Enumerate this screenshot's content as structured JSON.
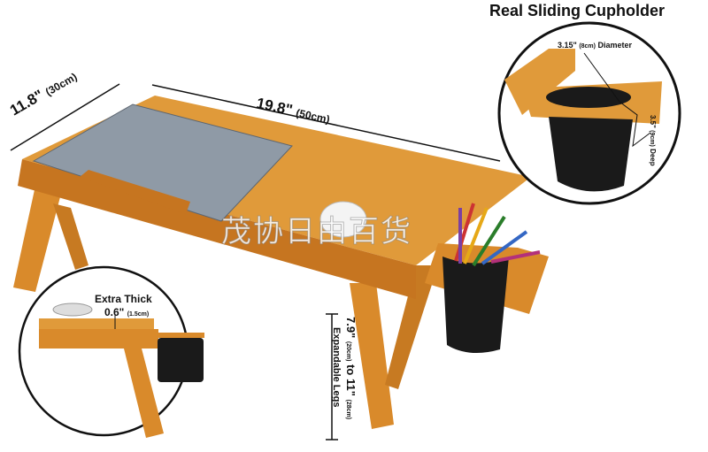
{
  "colors": {
    "wood": "#d98a2b",
    "wood_dark": "#b8681a",
    "laptop": "#8f9aa6",
    "mesh": "#1a1a1a"
  },
  "dimensions": {
    "depth": {
      "value": "11.8\"",
      "metric": "(30cm)"
    },
    "width": {
      "value": "19.8\"",
      "metric": "(50cm)"
    }
  },
  "cupholder_inset": {
    "title": "Real Sliding Cupholder",
    "diameter": {
      "value": "3.15\"",
      "metric": "(8cm)",
      "label": "Diameter"
    },
    "depth": {
      "value": "3.5\"",
      "metric": "(9cm)",
      "label": "Deep"
    }
  },
  "thickness_inset": {
    "title": "Extra Thick",
    "value": "0.6\"",
    "metric": "(1.5cm)"
  },
  "legs": {
    "min": "7.9\"",
    "min_metric": "(20cm)",
    "to": "to",
    "max": "11\"",
    "max_metric": "(28cm)",
    "label": "Expandable Legs"
  },
  "watermark": "茂协日由百货"
}
